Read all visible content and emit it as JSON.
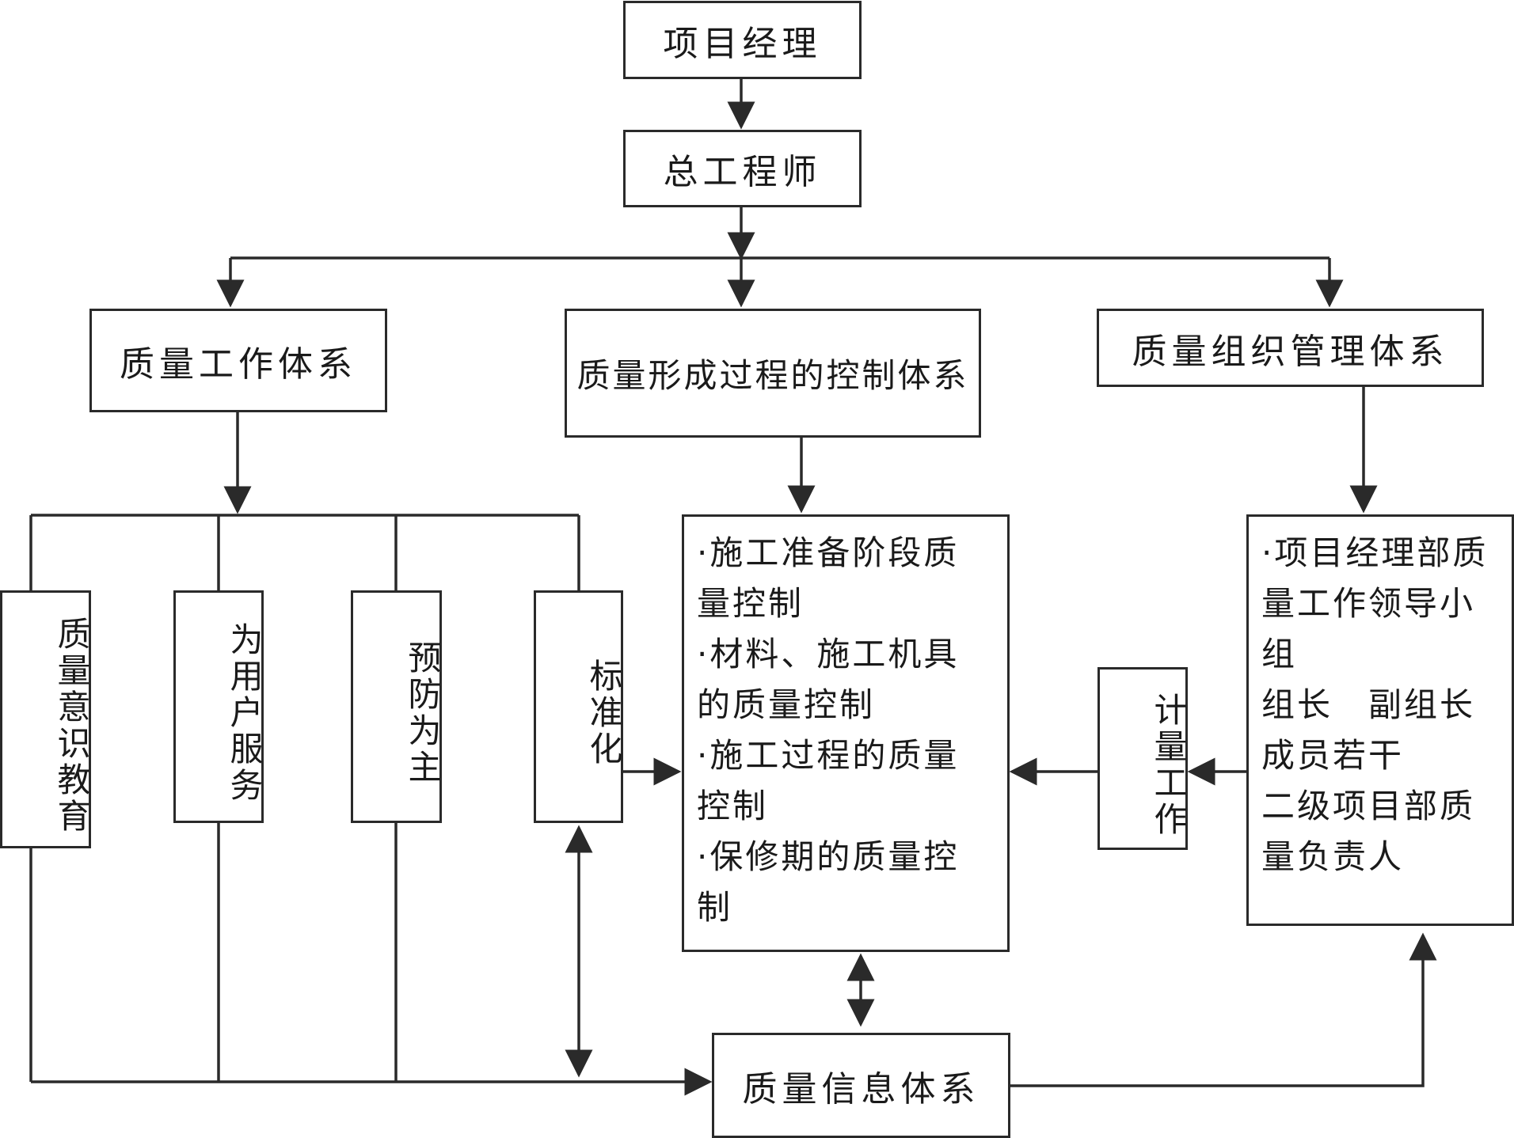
{
  "nodes": {
    "project_manager": "项目经理",
    "chief_engineer": "总工程师",
    "quality_work_system": "质量工作体系",
    "quality_formation_control_system": "质量形成过程的控制体系",
    "quality_org_management_system": "质量组织管理体系",
    "quality_awareness_education": "质量意识教育",
    "serve_users": "为用户服务",
    "prevention_first": "预防为主",
    "standardization": "标准化",
    "measurement_work": "计量工作",
    "quality_info_system": "质量信息体系"
  },
  "control_items": [
    "·施工准备阶段质",
    "量控制",
    "·材料、施工机具",
    "的质量控制",
    "·施工过程的质量",
    "控制",
    "·保修期的质量控",
    "制"
  ],
  "org_items": [
    "·项目经理部质",
    "量工作领导小",
    "组",
    "组长　副组长",
    "成员若干",
    "二级项目部质",
    "量负责人"
  ]
}
